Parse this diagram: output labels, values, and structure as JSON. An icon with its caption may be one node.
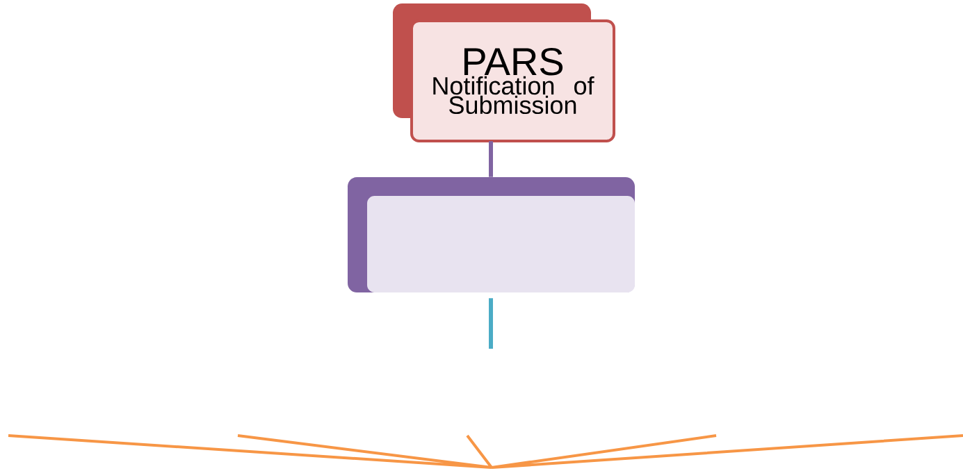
{
  "diagram": {
    "nodes": [
      {
        "text": [
          "PARS",
          "Notification of Submission"
        ]
      },
      {
        "text": [],
        "shape": "box"
      }
    ],
    "edges": [
      {
        "from": 0,
        "to": 1,
        "arrow": "none",
        "color": "#8064a2"
      },
      {
        "from": 1,
        "to": null,
        "arrow": "none",
        "color": "#4bacc6"
      }
    ]
  }
}
